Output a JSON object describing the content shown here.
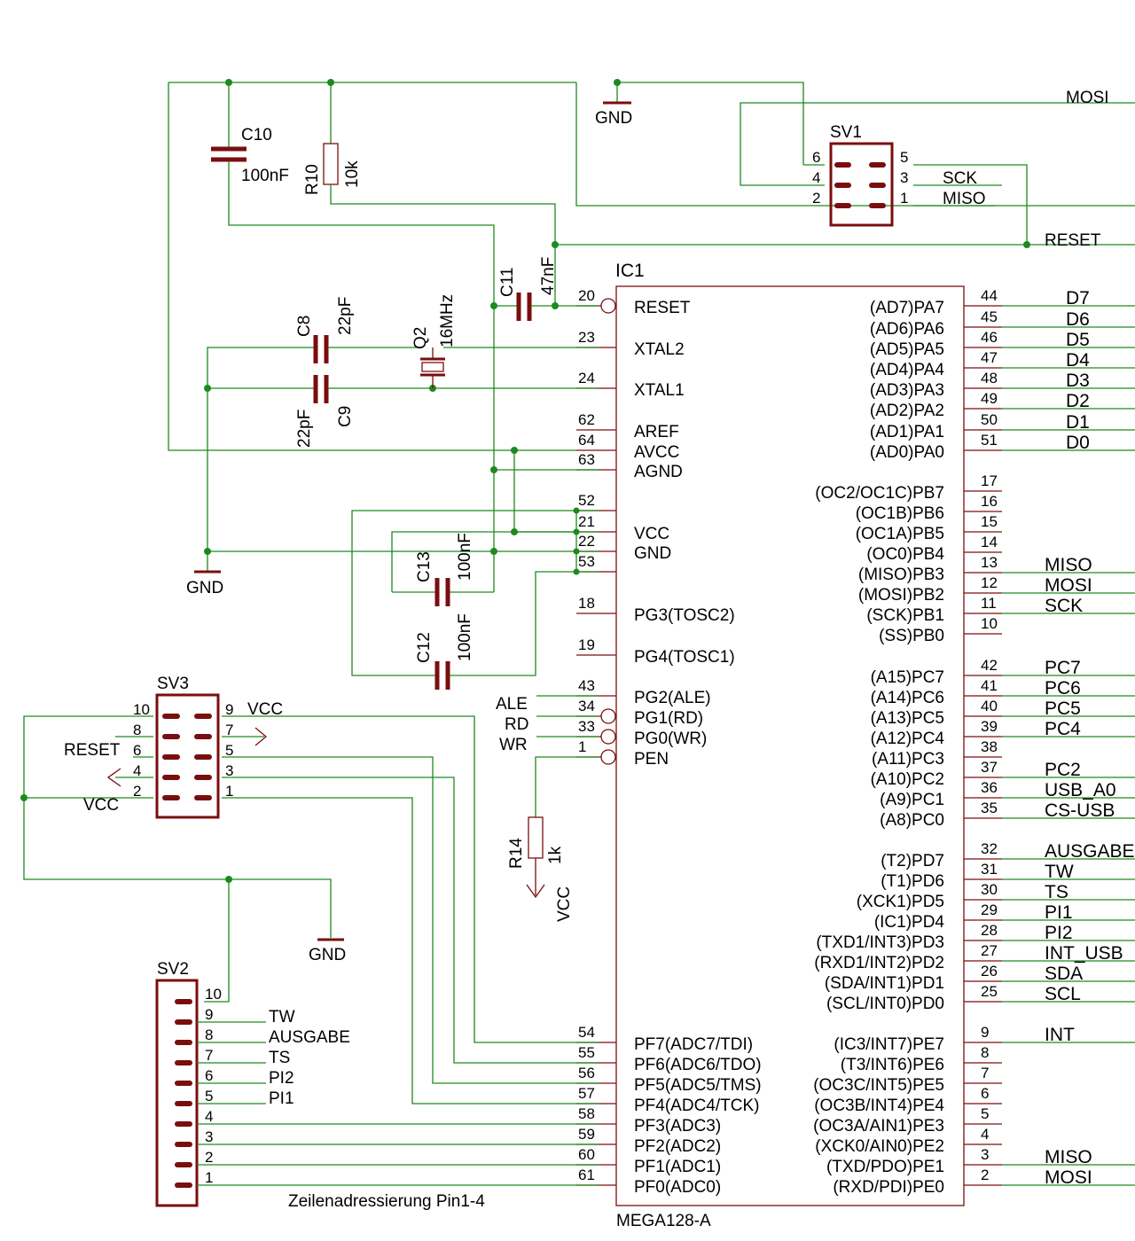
{
  "ic1": {
    "name": "IC1",
    "value": "MEGA128-A",
    "left_pins": [
      {
        "num": "20",
        "name": "RESET"
      },
      {
        "num": "23",
        "name": "XTAL2"
      },
      {
        "num": "24",
        "name": "XTAL1"
      },
      {
        "num": "62",
        "name": "AREF"
      },
      {
        "num": "64",
        "name": "AVCC"
      },
      {
        "num": "63",
        "name": "AGND"
      },
      {
        "num": "52",
        "name": ""
      },
      {
        "num": "21",
        "name": "VCC"
      },
      {
        "num": "22",
        "name": "GND"
      },
      {
        "num": "53",
        "name": ""
      },
      {
        "num": "18",
        "name": "PG3(TOSC2)"
      },
      {
        "num": "19",
        "name": "PG4(TOSC1)"
      },
      {
        "num": "43",
        "name": "PG2(ALE)"
      },
      {
        "num": "34",
        "name": "PG1(RD)"
      },
      {
        "num": "33",
        "name": "PG0(WR)"
      },
      {
        "num": "1",
        "name": "PEN"
      },
      {
        "num": "54",
        "name": "PF7(ADC7/TDI)"
      },
      {
        "num": "55",
        "name": "PF6(ADC6/TDO)"
      },
      {
        "num": "56",
        "name": "PF5(ADC5/TMS)"
      },
      {
        "num": "57",
        "name": "PF4(ADC4/TCK)"
      },
      {
        "num": "58",
        "name": "PF3(ADC3)"
      },
      {
        "num": "59",
        "name": "PF2(ADC2)"
      },
      {
        "num": "60",
        "name": "PF1(ADC1)"
      },
      {
        "num": "61",
        "name": "PF0(ADC0)"
      }
    ],
    "right_pins": [
      {
        "num": "44",
        "name": "(AD7)PA7",
        "net": "D7"
      },
      {
        "num": "45",
        "name": "(AD6)PA6",
        "net": "D6"
      },
      {
        "num": "46",
        "name": "(AD5)PA5",
        "net": "D5"
      },
      {
        "num": "47",
        "name": "(AD4)PA4",
        "net": "D4"
      },
      {
        "num": "48",
        "name": "(AD3)PA3",
        "net": "D3"
      },
      {
        "num": "49",
        "name": "(AD2)PA2",
        "net": "D2"
      },
      {
        "num": "50",
        "name": "(AD1)PA1",
        "net": "D1"
      },
      {
        "num": "51",
        "name": "(AD0)PA0",
        "net": "D0"
      },
      {
        "num": "17",
        "name": "(OC2/OC1C)PB7",
        "net": ""
      },
      {
        "num": "16",
        "name": "(OC1B)PB6",
        "net": ""
      },
      {
        "num": "15",
        "name": "(OC1A)PB5",
        "net": ""
      },
      {
        "num": "14",
        "name": "(OC0)PB4",
        "net": ""
      },
      {
        "num": "13",
        "name": "(MISO)PB3",
        "net": "MISO"
      },
      {
        "num": "12",
        "name": "(MOSI)PB2",
        "net": "MOSI"
      },
      {
        "num": "11",
        "name": "(SCK)PB1",
        "net": "SCK"
      },
      {
        "num": "10",
        "name": "(SS)PB0",
        "net": ""
      },
      {
        "num": "42",
        "name": "(A15)PC7",
        "net": "PC7"
      },
      {
        "num": "41",
        "name": "(A14)PC6",
        "net": "PC6"
      },
      {
        "num": "40",
        "name": "(A13)PC5",
        "net": "PC5"
      },
      {
        "num": "39",
        "name": "(A12)PC4",
        "net": "PC4"
      },
      {
        "num": "38",
        "name": "(A11)PC3",
        "net": ""
      },
      {
        "num": "37",
        "name": "(A10)PC2",
        "net": "PC2"
      },
      {
        "num": "36",
        "name": "(A9)PC1",
        "net": "USB_A0"
      },
      {
        "num": "35",
        "name": "(A8)PC0",
        "net": "CS-USB"
      },
      {
        "num": "32",
        "name": "(T2)PD7",
        "net": "AUSGABE"
      },
      {
        "num": "31",
        "name": "(T1)PD6",
        "net": "TW"
      },
      {
        "num": "30",
        "name": "(XCK1)PD5",
        "net": "TS"
      },
      {
        "num": "29",
        "name": "(IC1)PD4",
        "net": "PI1"
      },
      {
        "num": "28",
        "name": "(TXD1/INT3)PD3",
        "net": "PI2"
      },
      {
        "num": "27",
        "name": "(RXD1/INT2)PD2",
        "net": "INT_USB"
      },
      {
        "num": "26",
        "name": "(SDA/INT1)PD1",
        "net": "SDA"
      },
      {
        "num": "25",
        "name": "(SCL/INT0)PD0",
        "net": "SCL"
      },
      {
        "num": "9",
        "name": "(IC3/INT7)PE7",
        "net": "INT"
      },
      {
        "num": "8",
        "name": "(T3/INT6)PE6",
        "net": ""
      },
      {
        "num": "7",
        "name": "(OC3C/INT5)PE5",
        "net": ""
      },
      {
        "num": "6",
        "name": "(OC3B/INT4)PE4",
        "net": ""
      },
      {
        "num": "5",
        "name": "(OC3A/AIN1)PE3",
        "net": ""
      },
      {
        "num": "4",
        "name": "(XCK0/AIN0)PE2",
        "net": ""
      },
      {
        "num": "3",
        "name": "(TXD/PDO)PE1",
        "net": "MISO"
      },
      {
        "num": "2",
        "name": "(RXD/PDI)PE0",
        "net": "MOSI"
      }
    ]
  },
  "parts": {
    "c10": {
      "name": "C10",
      "value": "100nF"
    },
    "r10": {
      "name": "R10",
      "value": "10k"
    },
    "c11": {
      "name": "C11",
      "value": "47nF"
    },
    "c8": {
      "name": "C8",
      "value": "22pF"
    },
    "c9": {
      "name": "C9",
      "value": "22pF"
    },
    "q2": {
      "name": "Q2",
      "value": "16MHz"
    },
    "c13": {
      "name": "C13",
      "value": "100nF"
    },
    "c12": {
      "name": "C12",
      "value": "100nF"
    },
    "r14": {
      "name": "R14",
      "value": "1k"
    }
  },
  "sv1": {
    "name": "SV1",
    "pins_left": [
      "6",
      "4",
      "2"
    ],
    "pins_right": [
      "5",
      "3",
      "1"
    ],
    "nets": {
      "sck": "SCK",
      "miso": "MISO",
      "mosi": "MOSI",
      "reset": "RESET"
    }
  },
  "sv3": {
    "name": "SV3",
    "pins_left": [
      "10",
      "8",
      "6",
      "4",
      "2"
    ],
    "pins_right": [
      "9",
      "7",
      "5",
      "3",
      "1"
    ],
    "labels": {
      "vcc_top": "VCC",
      "reset": "RESET",
      "vcc_left": "VCC"
    }
  },
  "sv2": {
    "name": "SV2",
    "pins": [
      "10",
      "9",
      "8",
      "7",
      "6",
      "5",
      "4",
      "3",
      "2",
      "1"
    ],
    "nets": {
      "p9": "TW",
      "p8": "AUSGABE",
      "p7": "TS",
      "p6": "PI2",
      "p5": "PI1"
    },
    "note": "Zeilenadressierung Pin1-4"
  },
  "labels": {
    "gnd": "GND",
    "vcc": "VCC",
    "ale": "ALE",
    "rd": "RD",
    "wr": "WR"
  }
}
